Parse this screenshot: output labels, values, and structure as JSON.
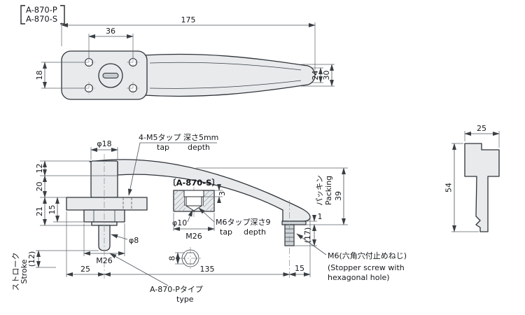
{
  "palette": {
    "line": "#2e3338",
    "part_fill": "#e8eaec",
    "background": "#ffffff"
  },
  "title_block": {
    "line1": "A-870-P",
    "line2": "A-870-S"
  },
  "top_view": {
    "dim_length": "175",
    "dim_hole_span": "36",
    "dim_hole_vspan": "18",
    "dim_end_width": "24",
    "dim_grip_width": "30"
  },
  "side_view": {
    "dim_stem_dia": "φ18",
    "note_tap_jp": "4-M5タップ 深さ5mm",
    "note_tap_en1": "tap",
    "note_tap_en2": "depth",
    "dim_12": "12",
    "dim_20": "20",
    "dim_21": "21",
    "dim_15": "15",
    "dim_stroke": "(12)",
    "label_stroke_jp": "ストローク",
    "label_stroke_en": "Stroke",
    "dim_m26": "M26",
    "dim_shaft_dia": "φ8",
    "dim_25": "25",
    "dim_135": "135",
    "dim_15b": "15",
    "dim_hex": "8",
    "label_packing_jp": "パッキン",
    "label_packing_en": "Packing",
    "dim_39": "39",
    "dim_1": "1",
    "dim_17": "(17)",
    "note_stopper_jp": "M6(六角穴付止めねじ)",
    "note_stopper_en1": "(Stopper screw with",
    "note_stopper_en2": "hexagonal hole)",
    "label_type_jp": "A-870-Pタイプ",
    "label_type_en": "type"
  },
  "detail_view": {
    "title": "〔A-870-S〕",
    "dim_3": "3",
    "dim_phi10": "φ10",
    "dim_m26": "M26",
    "note_tap_jp": "M6タップ深さ9",
    "note_tap_en1": "tap",
    "note_tap_en2": "depth"
  },
  "key_view": {
    "dim_width": "25",
    "dim_height": "54"
  }
}
